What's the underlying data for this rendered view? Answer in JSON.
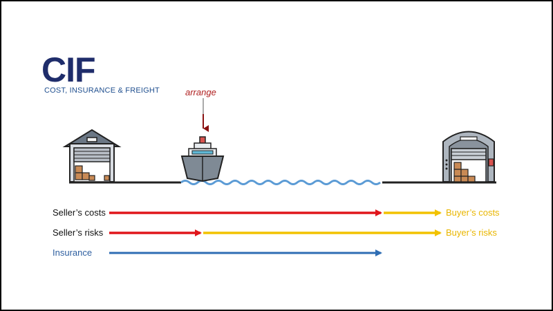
{
  "title": "CIF",
  "subtitle": "COST, INSURANCE & FREIGHT",
  "arrange_label": "arrange",
  "rows": {
    "sellers_costs": "Seller’s costs",
    "sellers_risks": "Seller’s risks",
    "insurance": "Insurance",
    "buyers_costs": "Buyer’s costs",
    "buyers_risks": "Buyer’s risks"
  },
  "icons": [
    "seller-warehouse-icon",
    "ship-icon",
    "buyer-warehouse-icon"
  ],
  "colors": {
    "seller": "#e0161b",
    "buyer": "#f2c200",
    "insurance": "#2e6db3",
    "title": "#1f2d6b",
    "arrange": "#b02020",
    "water": "#5b9bd5"
  }
}
